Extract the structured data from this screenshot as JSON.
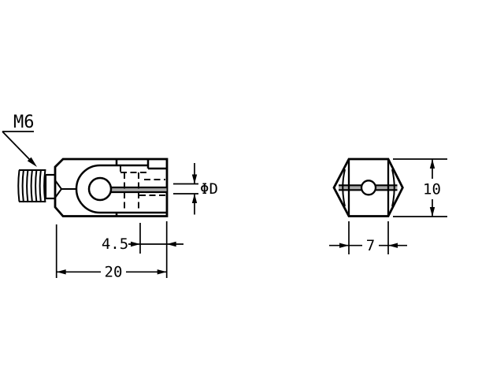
{
  "page": {
    "background": "#ffffff"
  },
  "drawing": {
    "type": "engineering-part-drawing",
    "stroke_color": "#000000",
    "slit_fill": "#a8a8a8",
    "labels": {
      "thread": "M6",
      "hole_diameter": "ΦD",
      "slit_offset": "4.5",
      "body_length": "20",
      "hex_height": "10",
      "hex_width": "7"
    }
  }
}
